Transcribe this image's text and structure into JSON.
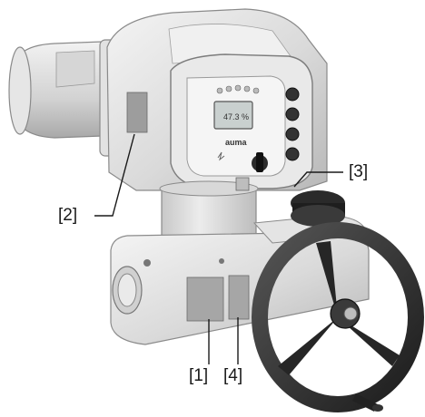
{
  "figure": {
    "brand": "auma",
    "display_value": "47.3 %",
    "callouts": {
      "c1": "[1]",
      "c2": "[2]",
      "c3": "[3]",
      "c4": "[4]"
    }
  }
}
